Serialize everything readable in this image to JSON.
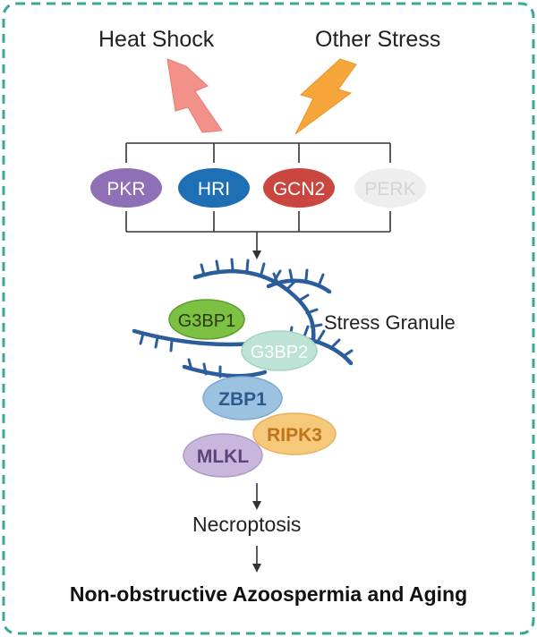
{
  "stimuli": {
    "heat_shock": "Heat Shock",
    "other_stress": "Other Stress"
  },
  "kinases": [
    {
      "label": "PKR",
      "color": "#8f6fb6",
      "text_color": "#ffffff"
    },
    {
      "label": "HRI",
      "color": "#1f6fb5",
      "text_color": "#ffffff"
    },
    {
      "label": "GCN2",
      "color": "#c9473f",
      "text_color": "#ffffff"
    },
    {
      "label": "PERK",
      "color": "#eeeeee",
      "text_color": "#d4d4d4"
    }
  ],
  "stress_granule": {
    "label": "Stress Granule",
    "proteins": [
      {
        "label": "G3BP1",
        "color": "#7cc142",
        "text_color": "#2a3a12"
      },
      {
        "label": "G3BP2",
        "color": "#bde3d6",
        "text_color": "#ffffff"
      }
    ]
  },
  "necrosome": [
    {
      "label": "ZBP1",
      "color": "#9cc2e2",
      "text_color": "#2d5a8c"
    },
    {
      "label": "RIPK3",
      "color": "#f6c87a",
      "text_color": "#c0741b"
    },
    {
      "label": "MLKL",
      "color": "#c9b6dc",
      "text_color": "#5a4378"
    }
  ],
  "necroptosis": "Necroptosis",
  "outcome": "Non-obstructive Azoospermia and Aging",
  "colors": {
    "frame": "#3aa79a",
    "heat_bolt": "#f1918a",
    "other_bolt": "#f5a53a",
    "rna": "#2b5c9c",
    "lines": "#333333"
  }
}
